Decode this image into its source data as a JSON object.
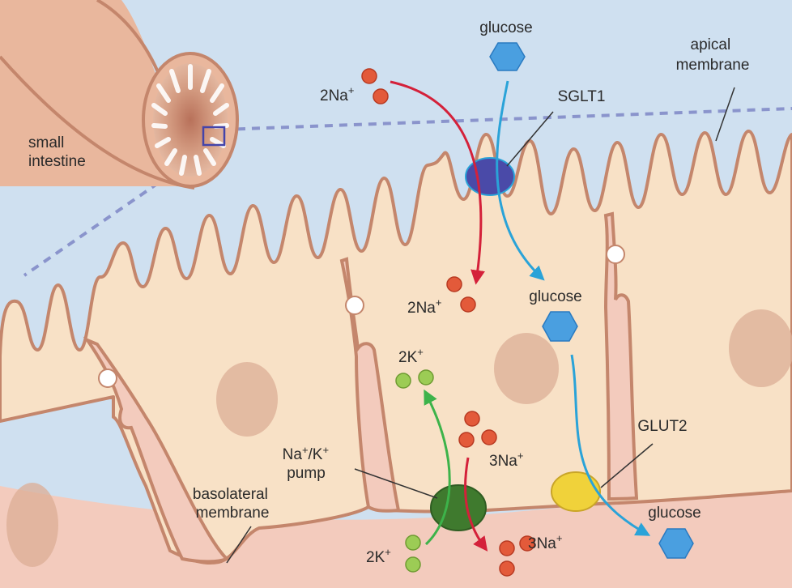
{
  "labels": {
    "small_intestine_line1": "small",
    "small_intestine_line2": "intestine",
    "apical_line1": "apical",
    "apical_line2": "membrane",
    "basolateral_line1": "basolateral",
    "basolateral_line2": "membrane",
    "sglt1": "SGLT1",
    "glut2": "GLUT2",
    "pump_line1_a": "Na",
    "pump_line1_sup_a": "+",
    "pump_line1_b": "/K",
    "pump_line1_sup_b": "+",
    "pump_line2": "pump"
  },
  "molecules": {
    "glucose_top": "glucose",
    "glucose_mid": "glucose",
    "glucose_bottom": "glucose",
    "na_top": "2Na",
    "na_top_sup": "+",
    "na_mid": "2Na",
    "na_mid_sup": "+",
    "k_top": "2K",
    "k_top_sup": "+",
    "na3_mid": "3Na",
    "na3_mid_sup": "+",
    "k_bottom": "2K",
    "k_bottom_sup": "+",
    "na3_bottom": "3Na",
    "na3_bottom_sup": "+"
  },
  "colors": {
    "lumen": "#cfe0f0",
    "cytoplasm": "#f8e1c6",
    "membrane": "#c4866c",
    "interstitium": "#f3cbbd",
    "nucleus": "#dcae95",
    "sodium": "#e35a3a",
    "potassium": "#9ccc55",
    "glucose": "#4a9fe0",
    "sglt1": "#4a4aa8",
    "glut2": "#f0d23a",
    "pump": "#3f7a2e",
    "arrow_red": "#d4213a",
    "arrow_blue": "#2aa3d8",
    "arrow_green": "#3db34a",
    "zoom_lines": "#8a94cc"
  }
}
